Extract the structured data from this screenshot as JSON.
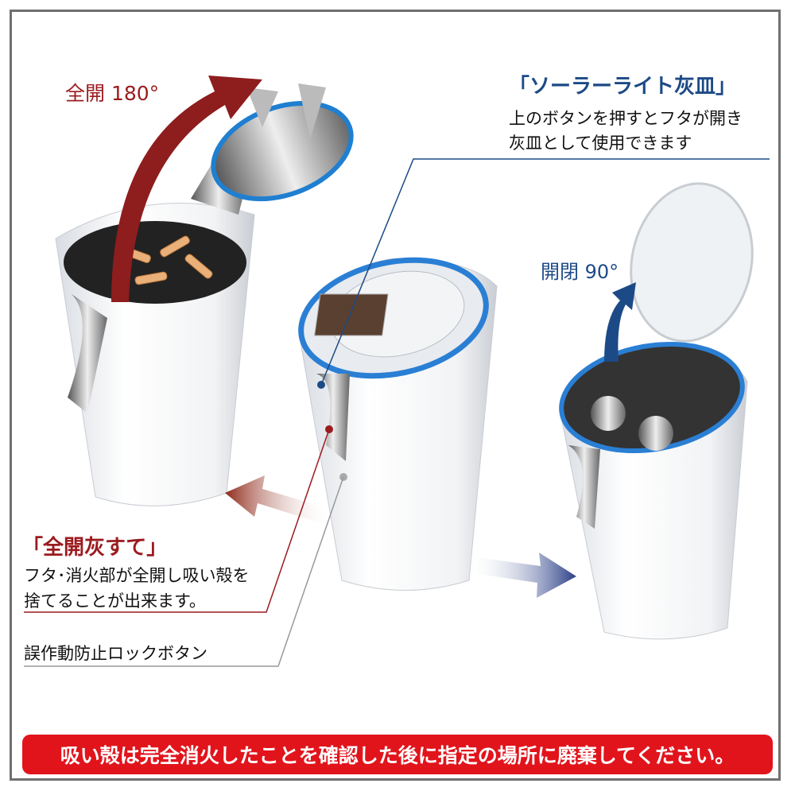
{
  "labels": {
    "full_open_angle": "全開 180°",
    "open_angle": "開閉 90°"
  },
  "solar": {
    "title": "「ソーラーライト灰皿」",
    "desc_line1": "上のボタンを押すとフタが開き",
    "desc_line2": "灰皿として使用できます"
  },
  "full_open": {
    "title": "「全開灰すて」",
    "desc_line1": "フタ･消火部が全開し吸い殻を",
    "desc_line2": "捨てることが出来ます。"
  },
  "lock": {
    "label": "誤作動防止ロックボタン"
  },
  "warning": {
    "text": "吸い殻は完全消火したことを確認した後に指定の場所に廃棄してください。"
  },
  "colors": {
    "red": "#9b1b1f",
    "blue": "#1c4a86",
    "banner": "#e1141c"
  }
}
